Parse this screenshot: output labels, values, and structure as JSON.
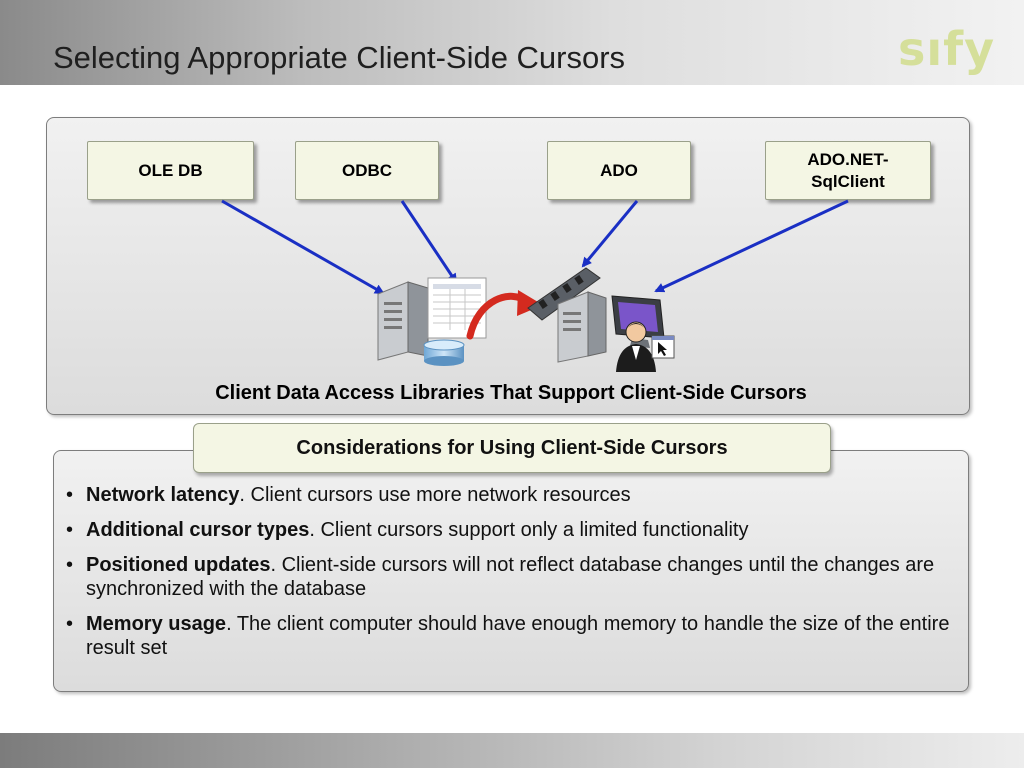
{
  "slide": {
    "title": "Selecting Appropriate Client-Side Cursors",
    "logo_text": "sıfy"
  },
  "diagram": {
    "libraries": [
      "OLE DB",
      "ODBC",
      "ADO",
      "ADO.NET-",
      "SqlClient"
    ],
    "caption": "Client Data Access Libraries That Support Client-Side Cursors",
    "colors": {
      "arrow": "#1a2fc4",
      "curved_arrow": "#d42a1f",
      "box_fill": "#f4f6e4"
    }
  },
  "considerations": {
    "header": "Considerations for Using Client-Side Cursors",
    "bullet_char": "•",
    "items": [
      {
        "term": "Network latency",
        "text": ". Client cursors use more network resources"
      },
      {
        "term": "Additional cursor types",
        "text": ". Client cursors support only a limited functionality"
      },
      {
        "term": "Positioned updates",
        "text": ". Client-side cursors will not reflect database changes until the changes are synchronized with the database"
      },
      {
        "term": "Memory usage",
        "text": ". The client computer should have enough memory to handle the size of the entire result set"
      }
    ]
  }
}
